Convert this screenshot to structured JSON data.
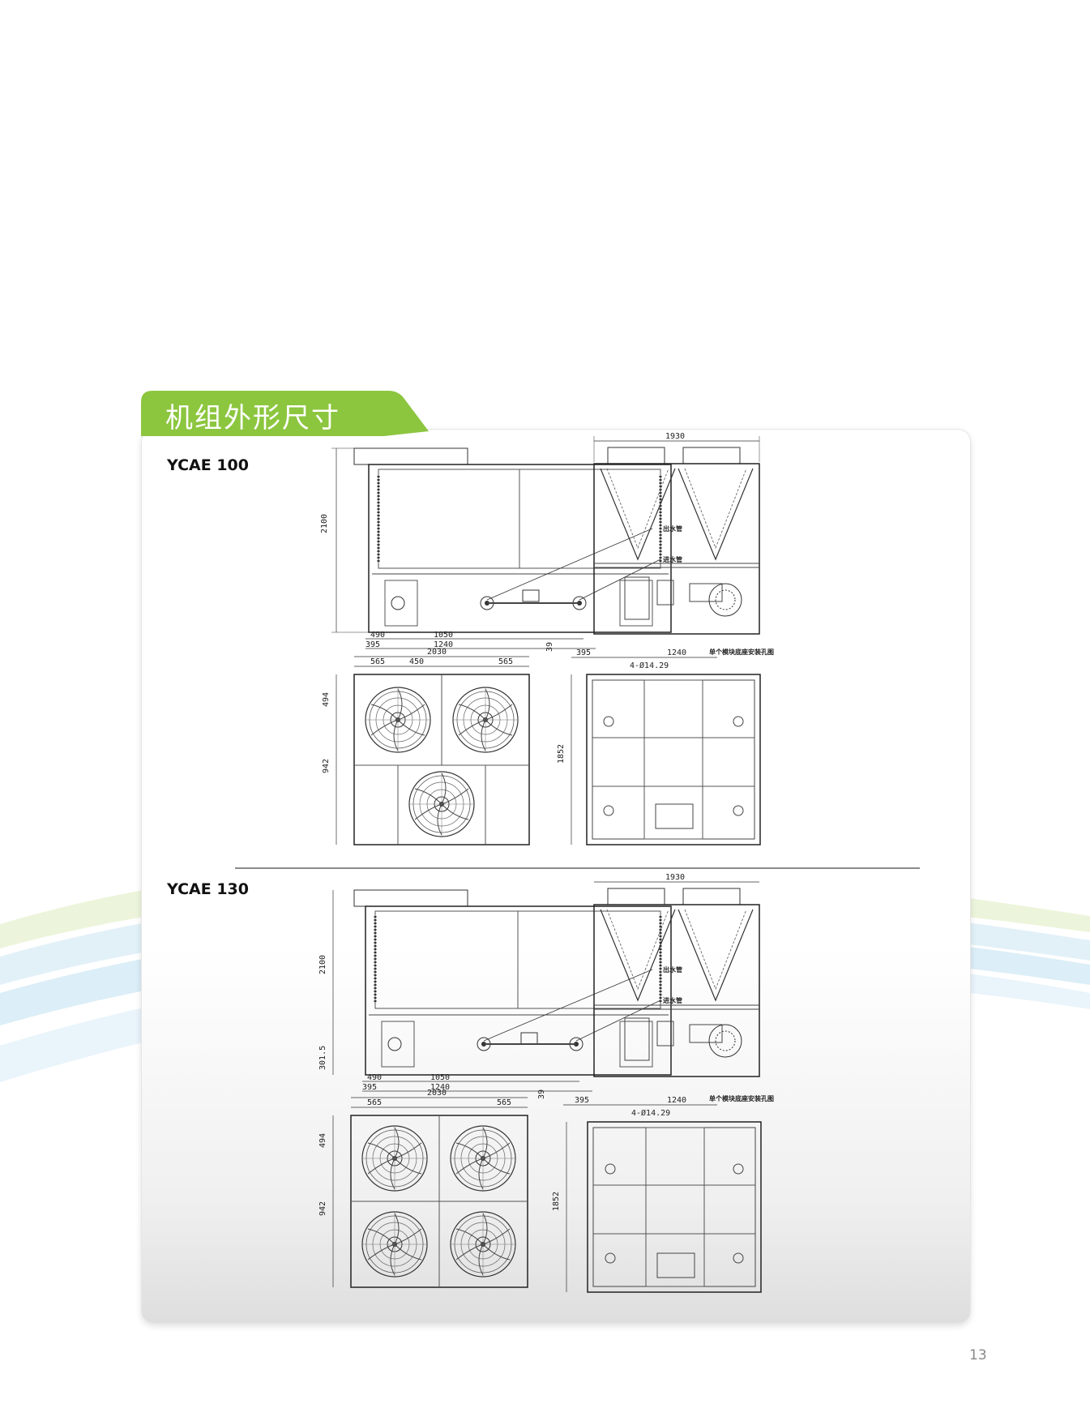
{
  "section": {
    "title": "机组外形尺寸"
  },
  "page_number": "13",
  "colors": {
    "accent_green": "#8cc63f",
    "panel_border": "#e6e6e6",
    "line": "#333333"
  },
  "models": [
    {
      "name": "YCAE 100",
      "front": {
        "height": "2100",
        "outlet_label": "出水管",
        "inlet_label": "进水管",
        "dim_a": "490",
        "dim_b": "1050",
        "dim_c": "395",
        "dim_d": "1240"
      },
      "side": {
        "width": "1930"
      },
      "top": {
        "width": "2030",
        "seg_a": "565",
        "seg_b": "450",
        "seg_c": "565",
        "h_a": "494",
        "h_b": "942",
        "fans": 3
      },
      "base": {
        "offset": "39",
        "dim_a": "395",
        "dim_b": "1240",
        "holes": "4-Ø14.29",
        "title": "单个模块底座安装孔图",
        "depth": "1852"
      }
    },
    {
      "name": "YCAE 130",
      "front": {
        "height": "2100",
        "outlet_label": "出水管",
        "inlet_label": "进水管",
        "dim_a": "490",
        "dim_b": "1050",
        "dim_c": "395",
        "dim_d": "1240",
        "dim_e": "301.5"
      },
      "side": {
        "width": "1930"
      },
      "top": {
        "width": "2030",
        "seg_a": "565",
        "seg_c": "565",
        "h_a": "494",
        "h_b": "942",
        "fans": 4
      },
      "base": {
        "offset": "39",
        "dim_a": "395",
        "dim_b": "1240",
        "holes": "4-Ø14.29",
        "title": "单个模块底座安装孔图",
        "depth": "1852"
      }
    }
  ]
}
